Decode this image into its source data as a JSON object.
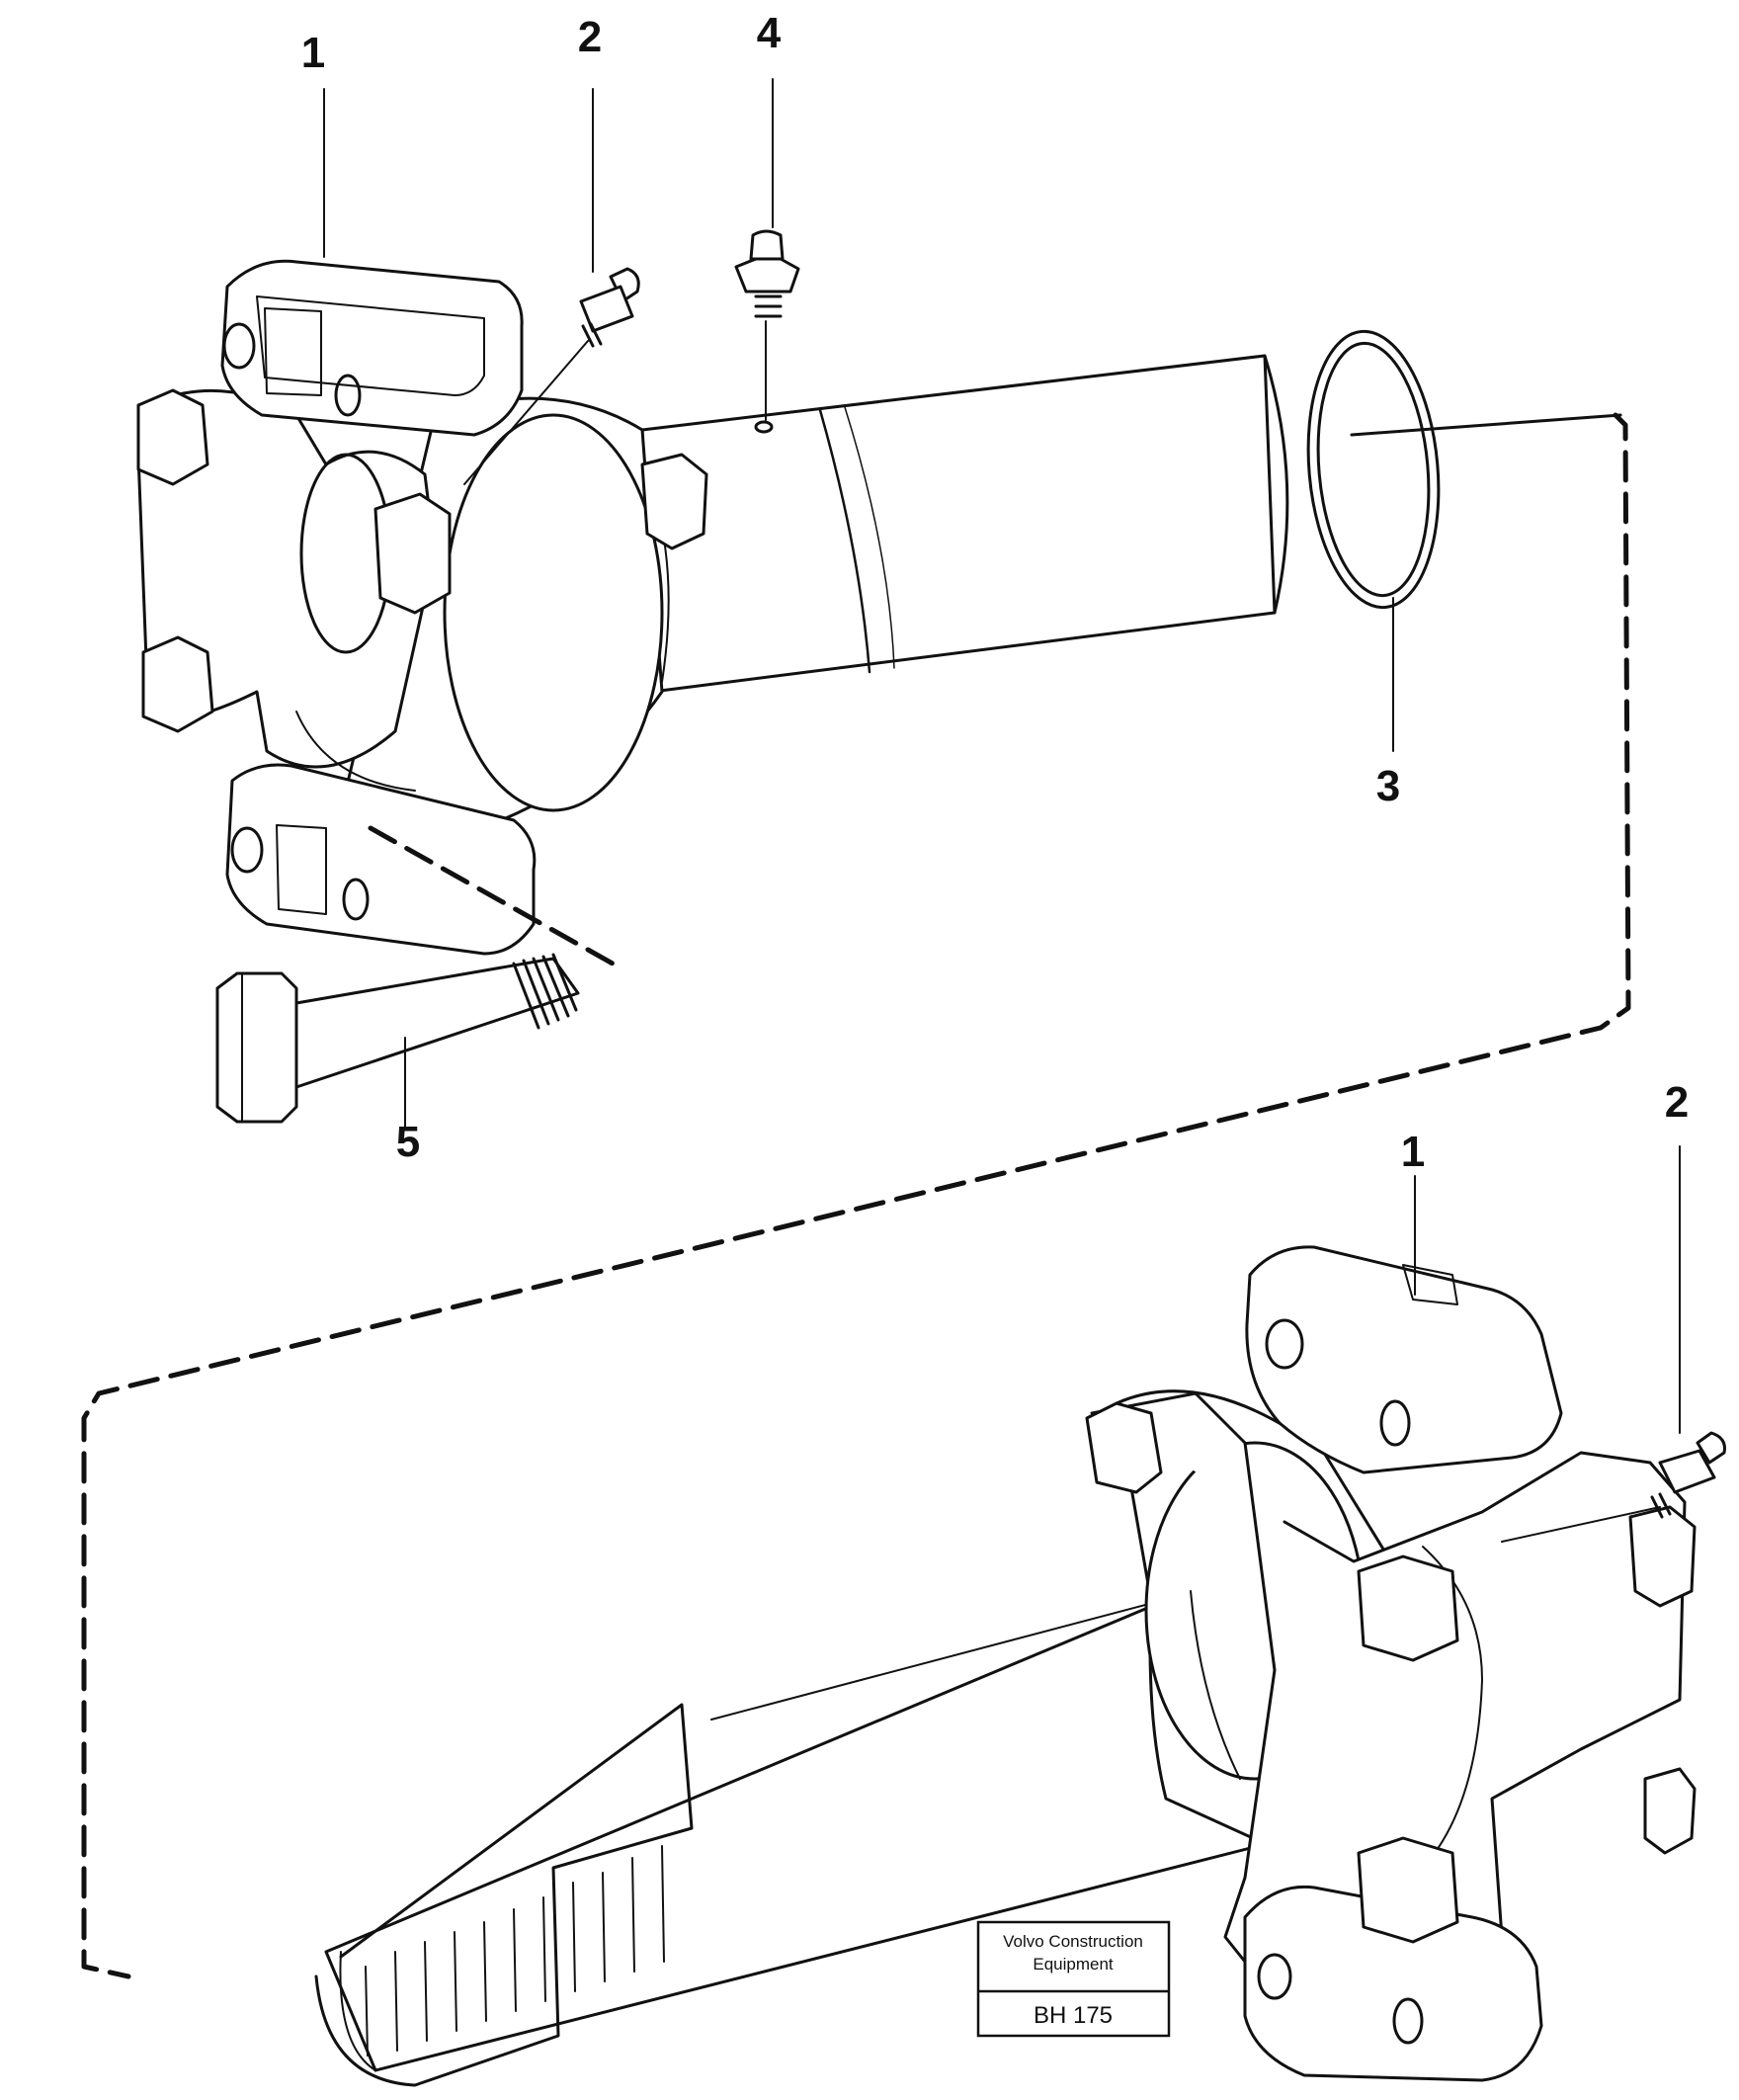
{
  "callouts": {
    "top_1": "1",
    "top_2": "2",
    "top_3": "3",
    "top_4": "4",
    "top_5": "5",
    "bottom_1": "1",
    "bottom_2": "2"
  },
  "stamp": {
    "company_line1": "Volvo Construction",
    "company_line2": "Equipment",
    "code": "BH 175"
  }
}
